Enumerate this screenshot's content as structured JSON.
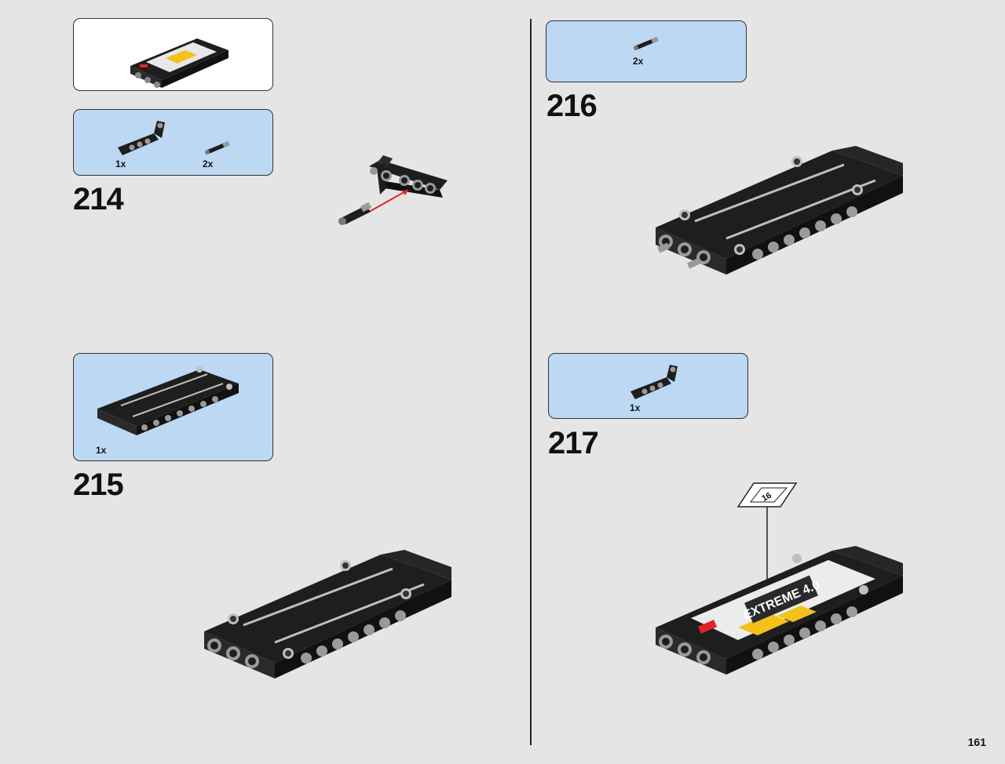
{
  "page_number": "161",
  "steps": [
    {
      "number": "214",
      "parts": [
        {
          "part": "bent-liftarm",
          "qty": "1x"
        },
        {
          "part": "axle-pin-connector",
          "qty": "2x"
        }
      ]
    },
    {
      "number": "215",
      "parts": [
        {
          "part": "technic-panel-plate",
          "qty": "1x"
        }
      ]
    },
    {
      "number": "216",
      "parts": [
        {
          "part": "axle-pin-connector",
          "qty": "2x"
        }
      ]
    },
    {
      "number": "217",
      "parts": [
        {
          "part": "bent-liftarm",
          "qty": "1x"
        }
      ],
      "sticker_number": "16"
    }
  ],
  "sticker_text": "EXTREME 4.0",
  "colors": {
    "background": "#e5e5e5",
    "parts_box": "#bcd8f3",
    "part_black": "#1e1e1e",
    "accent_yellow": "#f2c21b",
    "arrow_red": "#e0222a"
  }
}
